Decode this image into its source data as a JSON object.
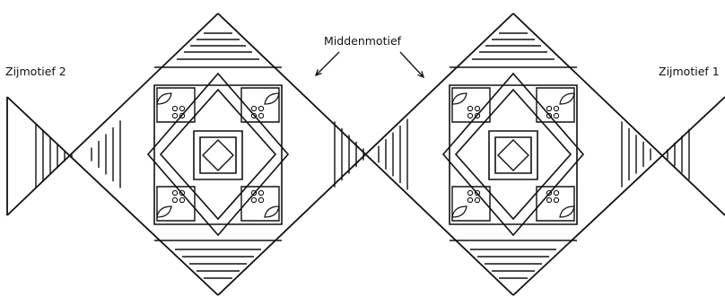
{
  "labels": {
    "side_motif_left": "Zijmotief 2",
    "middle_motif": "Middenmotief",
    "side_motif_right": "Zijmotief 1"
  },
  "colors": {
    "stroke": "#111111",
    "background": "#ffffff"
  }
}
